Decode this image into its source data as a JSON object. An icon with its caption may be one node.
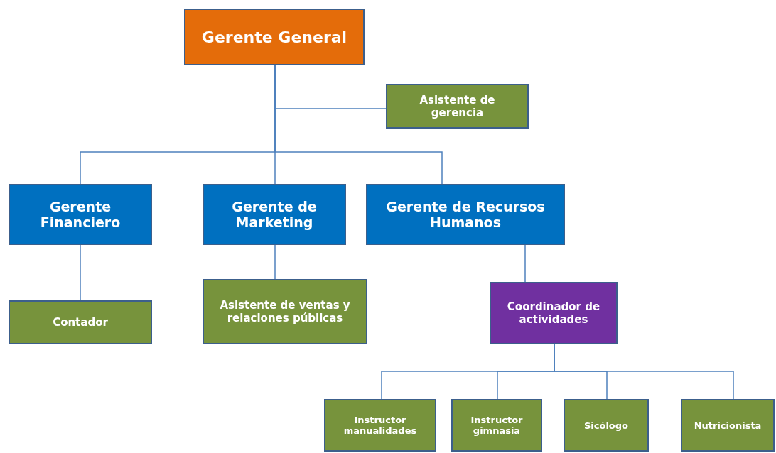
{
  "diagram": {
    "nodes": [
      {
        "text": [
          "Gerente General"
        ]
      },
      {
        "text": [
          "Asistente de gerencia"
        ]
      },
      {
        "text": [
          "Gerente Financiero"
        ]
      },
      {
        "text": [
          "Gerente de Marketing"
        ]
      },
      {
        "text": [
          "Gerente de Recursos Humanos"
        ]
      },
      {
        "text": [
          "Contador"
        ]
      },
      {
        "text": [
          "Asistente de ventas y relaciones públicas"
        ]
      },
      {
        "text": [
          "Coordinador de actividades"
        ]
      },
      {
        "text": [
          "Instructor manualidades"
        ]
      },
      {
        "text": [
          "Instructor gimnasia"
        ]
      },
      {
        "text": [
          "Sicólogo"
        ]
      },
      {
        "text": [
          "Nutricionista"
        ]
      }
    ],
    "edges": [
      {
        "from": 0,
        "to": 1,
        "arrow": "none"
      },
      {
        "from": 0,
        "to": 2,
        "arrow": "none"
      },
      {
        "from": 0,
        "to": 3,
        "arrow": "none"
      },
      {
        "from": 0,
        "to": 4,
        "arrow": "none"
      },
      {
        "from": 2,
        "to": 5,
        "arrow": "none"
      },
      {
        "from": 3,
        "to": 6,
        "arrow": "none"
      },
      {
        "from": 4,
        "to": 7,
        "arrow": "none"
      },
      {
        "from": 7,
        "to": 8,
        "arrow": "none"
      },
      {
        "from": 7,
        "to": 9,
        "arrow": "none"
      },
      {
        "from": 7,
        "to": 10,
        "arrow": "none"
      },
      {
        "from": 7,
        "to": 11,
        "arrow": "none"
      }
    ]
  }
}
